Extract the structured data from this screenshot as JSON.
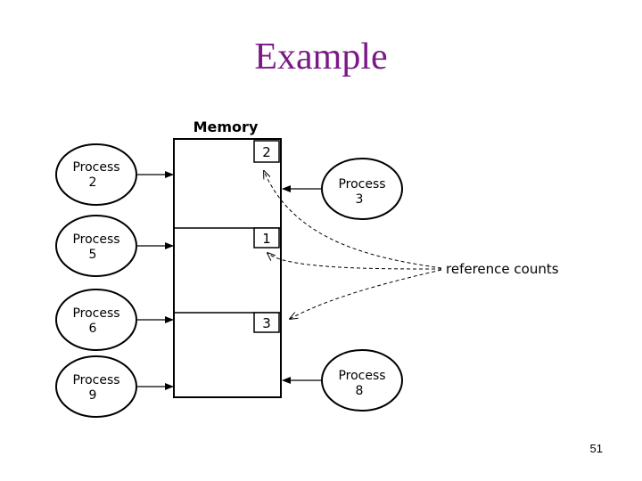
{
  "slide": {
    "title": "Example",
    "page_number": "51"
  },
  "memory": {
    "label": "Memory",
    "blocks": [
      {
        "ref_count": "2"
      },
      {
        "ref_count": "1"
      },
      {
        "ref_count": "3"
      }
    ]
  },
  "processes": {
    "p2": {
      "line1": "Process",
      "line2": "2"
    },
    "p5": {
      "line1": "Process",
      "line2": "5"
    },
    "p6": {
      "line1": "Process",
      "line2": "6"
    },
    "p9": {
      "line1": "Process",
      "line2": "9"
    },
    "p3": {
      "line1": "Process",
      "line2": "3"
    },
    "p8": {
      "line1": "Process",
      "line2": "8"
    }
  },
  "annotation": {
    "label": "reference counts"
  }
}
